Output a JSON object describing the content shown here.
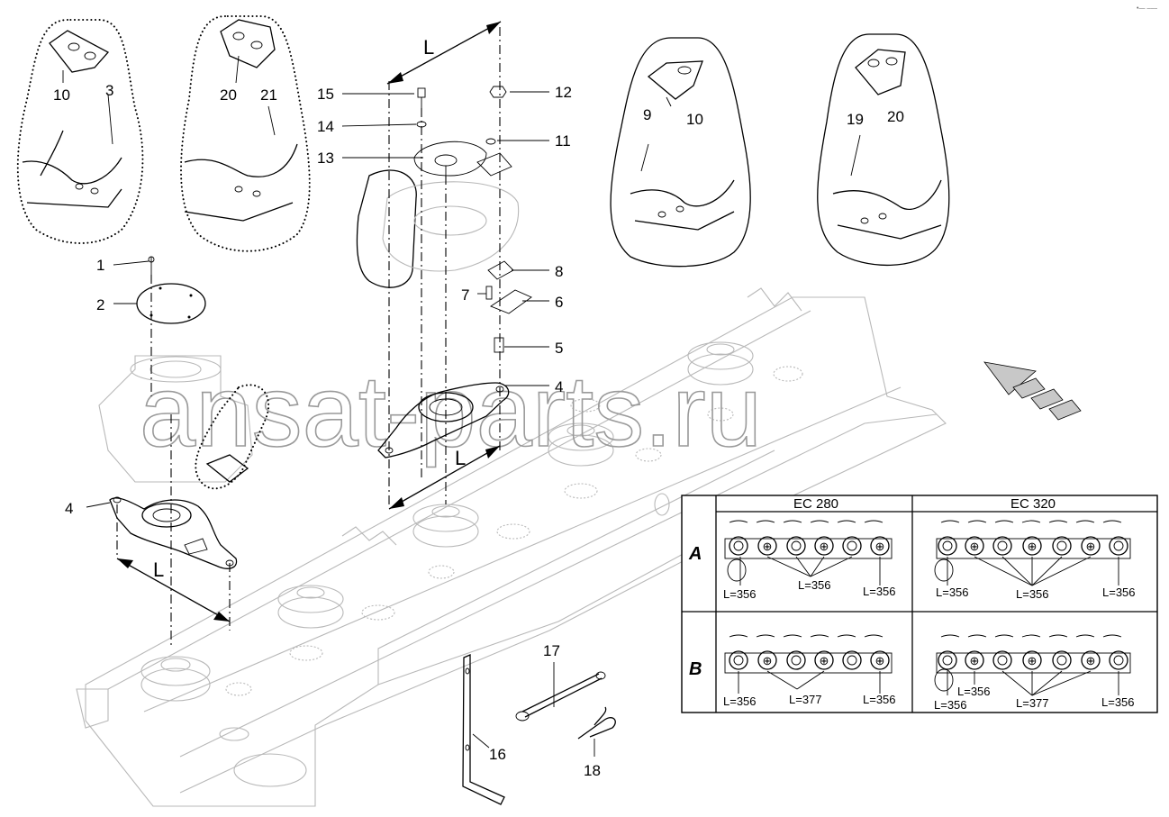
{
  "callouts": {
    "c1": "1",
    "c2": "2",
    "c3": "3",
    "c4a": "4",
    "c4b": "4",
    "c5": "5",
    "c6": "6",
    "c7": "7",
    "c8": "8",
    "c9": "9",
    "c10a": "10",
    "c10b": "10",
    "c11": "11",
    "c12": "12",
    "c13": "13",
    "c14": "14",
    "c15": "15",
    "c16": "16",
    "c17": "17",
    "c18": "18",
    "c19": "19",
    "c20a": "20",
    "c20b": "20",
    "c21": "21"
  },
  "dimension": {
    "L_top": "L",
    "L_mid": "L",
    "L_left": "L"
  },
  "watermark": "ansat-parts.ru",
  "corner_mark": "•— –––",
  "table": {
    "headers": [
      "EC 280",
      "EC 320"
    ],
    "rows": [
      {
        "label": "A",
        "ec280": [
          "L=356",
          "L=356",
          "L=356"
        ],
        "ec320": [
          "L=356",
          "L=356",
          "L=356"
        ]
      },
      {
        "label": "B",
        "ec280": [
          "L=356",
          "L=377",
          "L=356"
        ],
        "ec320": [
          "L=356",
          "L=356",
          "L=377",
          "L=356"
        ]
      }
    ]
  }
}
